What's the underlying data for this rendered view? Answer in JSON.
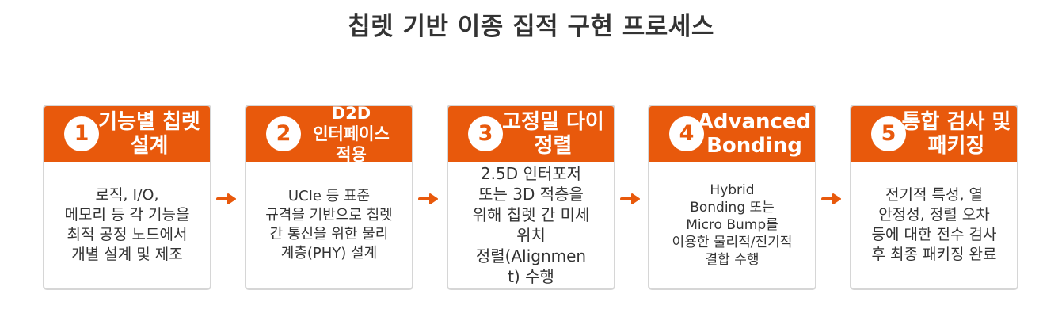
{
  "title": "칩렛 기반 이종 집적 구현 프로세스",
  "colors": {
    "accent": "#e8590c",
    "card_border": "#d6d6d6",
    "text": "#333333"
  },
  "steps": [
    {
      "number": "1",
      "title": "기능별 칩렛\n설계",
      "description": "로직, I/O,\n메모리 등 각 기능을\n최적 공정 노드에서\n개별 설계 및 제조"
    },
    {
      "number": "2",
      "title": "D2D\n인터페이스\n적용",
      "description": "UCIe 등 표준\n규격을 기반으로 칩렛\n간 통신을 위한 물리\n계층(PHY) 설계"
    },
    {
      "number": "3",
      "title": "고정밀 다이\n정렬",
      "description": "2.5D 인터포저\n또는 3D 적층을\n위해 칩렛 간 미세\n위치\n정렬(Alignmen\nt) 수행"
    },
    {
      "number": "4",
      "title": "Advanced\nBonding",
      "description": "Hybrid\nBonding 또는\nMicro Bump를\n이용한 물리적/전기적\n결합 수행"
    },
    {
      "number": "5",
      "title": "통합 검사 및\n패키징",
      "description": "전기적 특성, 열\n안정성, 정렬 오차\n등에 대한 전수 검사\n후 최종 패키징 완료"
    }
  ]
}
